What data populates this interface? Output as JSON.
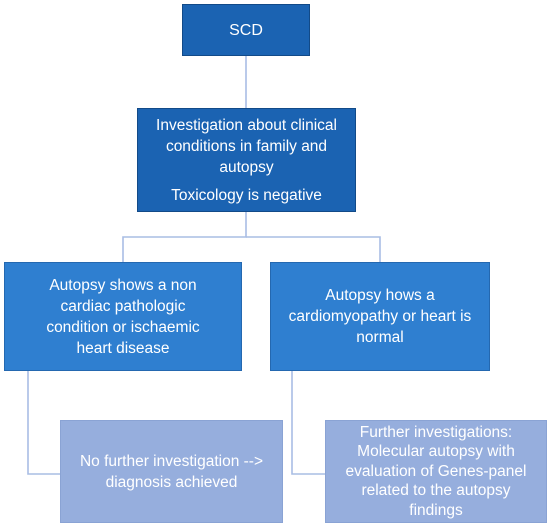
{
  "nodes": {
    "scd": {
      "label": "SCD"
    },
    "investigation": {
      "lines": [
        "Investigation about clinical",
        "conditions in family and",
        "autopsy"
      ],
      "toxicology": "Toxicology is negative"
    },
    "non_cardiac": {
      "lines": [
        "Autopsy  shows  a non",
        "cardiac  pathologic",
        "condition or ischaemic",
        "heart disease"
      ]
    },
    "cardiomyopathy": {
      "lines": [
        "Autopsy hows a",
        "cardiomyopathy or heart is",
        "normal"
      ]
    },
    "no_further": {
      "lines": [
        "No further investigation -->",
        "diagnosis achieved"
      ]
    },
    "further": {
      "lines": [
        "Further investigations:",
        "Molecular autopsy with",
        "evaluation of Genes-panel",
        "related to the autopsy",
        "findings"
      ]
    }
  },
  "colors": {
    "dark_box": "#1b63b2",
    "mid_box": "#2f7fd0",
    "light_box": "#96aedd",
    "connector": "#a9bde4",
    "text": "#ffffff"
  }
}
